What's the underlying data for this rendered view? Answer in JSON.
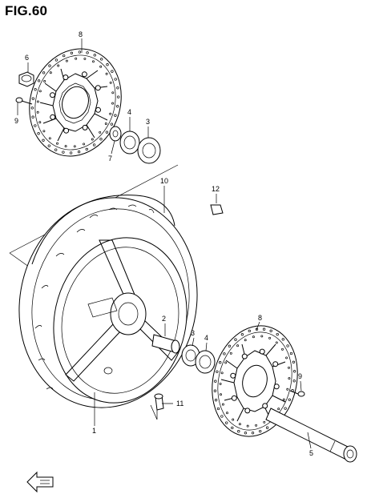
{
  "figure": {
    "title": "FIG.60"
  },
  "callouts": [
    {
      "label": "8",
      "part": "front-brake-disc-upper"
    },
    {
      "label": "6",
      "part": "disc-nut"
    },
    {
      "label": "9",
      "part": "disc-bolt-upper"
    },
    {
      "label": "4",
      "part": "dust-seal-upper"
    },
    {
      "label": "3",
      "part": "bearing-upper"
    },
    {
      "label": "7",
      "part": "spacer"
    },
    {
      "label": "10",
      "part": "tire"
    },
    {
      "label": "12",
      "part": "balancer-weight"
    },
    {
      "label": "2",
      "part": "hub-collar"
    },
    {
      "label": "3",
      "part": "bearing-lower"
    },
    {
      "label": "4",
      "part": "dust-seal-lower"
    },
    {
      "label": "8",
      "part": "front-brake-disc-lower"
    },
    {
      "label": "9",
      "part": "disc-bolt-lower"
    },
    {
      "label": "11",
      "part": "air-valve"
    },
    {
      "label": "1",
      "part": "wheel"
    },
    {
      "label": "5",
      "part": "front-axle"
    }
  ],
  "icons": {
    "front_arrow": "front-direction-arrow-icon"
  }
}
